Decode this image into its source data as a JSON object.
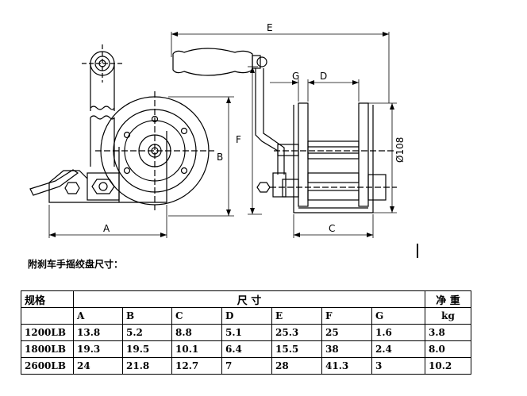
{
  "drawing": {
    "dim_a": "A",
    "dim_b": "B",
    "dim_c": "C",
    "dim_d": "D",
    "dim_e": "E",
    "dim_f": "F",
    "dim_g": "G",
    "dim_diameter": "Ø108"
  },
  "caption": "附刹车手摇绞盘尺寸：",
  "table": {
    "spec_header": "规格",
    "size_header": "尺  寸",
    "weight_header": "净 重",
    "columns": [
      "A",
      "B",
      "C",
      "D",
      "E",
      "F",
      "G"
    ],
    "weight_unit": "kg",
    "rows": [
      {
        "model": "1200LB",
        "values": [
          "13.8",
          "5.2",
          "8.8",
          "5.1",
          "25.3",
          "25",
          "1.6"
        ],
        "weight": "3.8"
      },
      {
        "model": "1800LB",
        "values": [
          "19.3",
          "19.5",
          "10.1",
          "6.4",
          "15.5",
          "38",
          "2.4"
        ],
        "weight": "8.0"
      },
      {
        "model": "2600LB",
        "values": [
          "24",
          "21.8",
          "12.7",
          "7",
          "28",
          "41.3",
          "3"
        ],
        "weight": "10.2"
      }
    ]
  }
}
